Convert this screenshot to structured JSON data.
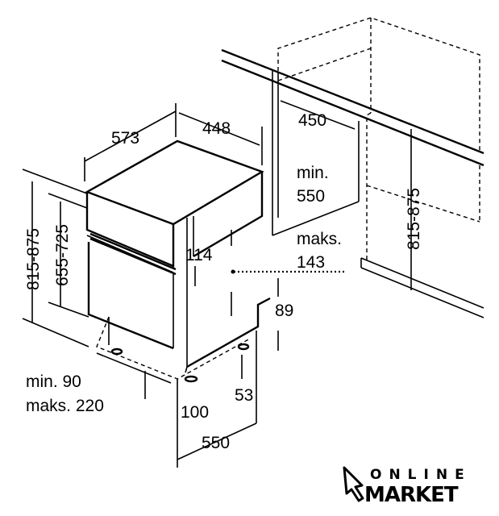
{
  "dimensions": {
    "depth_573": "573",
    "width_448": "448",
    "niche_450": "450",
    "min_label": "min.",
    "niche_min_550": "550",
    "height_815_875_left": "815-875",
    "height_655_725": "655-725",
    "panel_114": "114",
    "maks_label": "maks.",
    "panel_max_143": "143",
    "plinth_89": "89",
    "height_815_875_right": "815-875",
    "plinth_min_label": "min. 90",
    "plinth_max_label": "maks. 220",
    "foot_53": "53",
    "foot_100": "100",
    "depth_550": "550"
  },
  "logo": {
    "line1": "ONLINE",
    "line2": "MARKET"
  }
}
